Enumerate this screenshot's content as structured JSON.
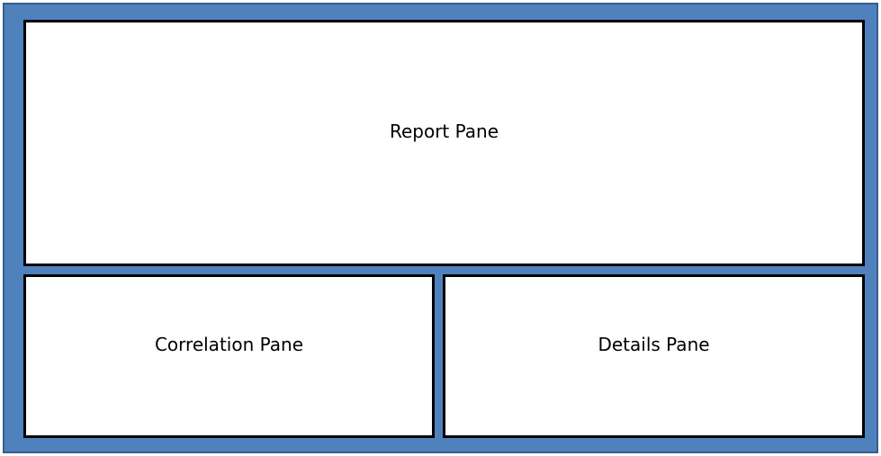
{
  "panes": {
    "report": {
      "label": "Report Pane"
    },
    "correlation": {
      "label": "Correlation Pane"
    },
    "details": {
      "label": "Details Pane"
    }
  },
  "colors": {
    "frame_fill": "#4f81bd",
    "frame_border": "#385d8a",
    "pane_fill": "#ffffff",
    "pane_border": "#000000"
  }
}
